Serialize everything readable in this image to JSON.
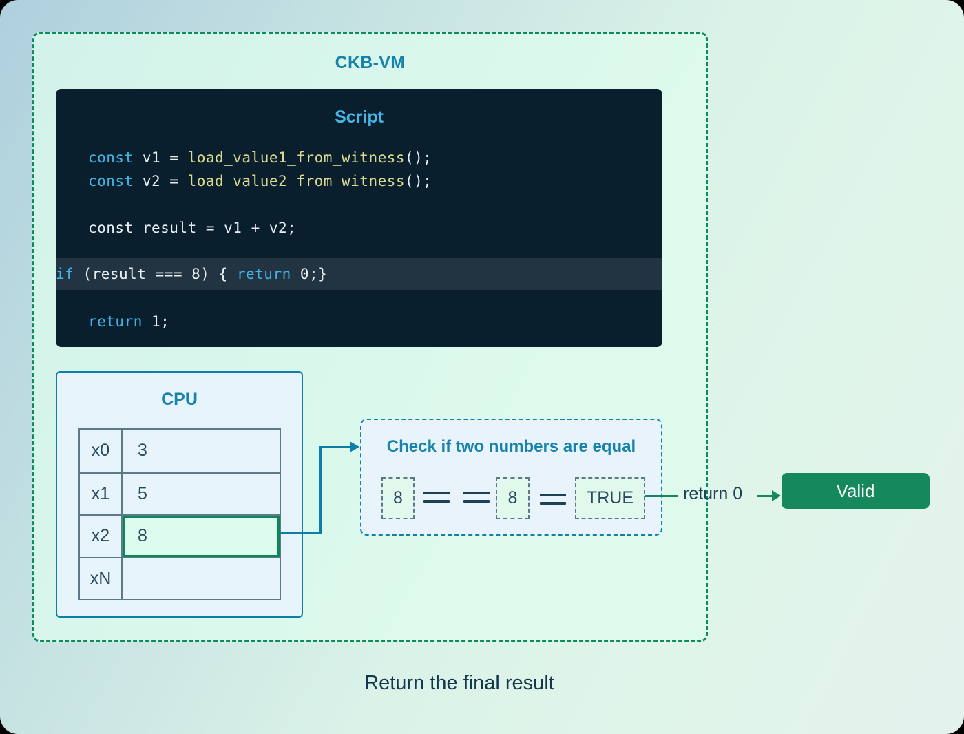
{
  "colors": {
    "vm_border_green": "#0c8b5b",
    "accent_teal": "#1583ab",
    "script_title_blue": "#44b7e9",
    "code_background": "#0a1f2d",
    "code_keyword_blue": "#41b4e6",
    "code_function_yellow": "#ded98f",
    "valid_green": "#15895c",
    "navy_text": "#26495e",
    "highlight_cell_green": "#0e8757"
  },
  "vm": {
    "title": "CKB-VM"
  },
  "script": {
    "title": "Script",
    "line1": {
      "kw": "const",
      "mid": " v1 = ",
      "fn": "load_value1_from_witness",
      "end": "();"
    },
    "line2": {
      "kw": "const",
      "mid": " v2 = ",
      "fn": "load_value2_from_witness",
      "end": "();"
    },
    "line3": {
      "text": "const result = v1 + v2;"
    },
    "line4": {
      "kw1": "if",
      "mid": " (result === 8) { ",
      "kw2": "return",
      "end": " 0;}"
    },
    "line5": {
      "kw": "return",
      "end": " 1;"
    }
  },
  "cpu": {
    "title": "CPU",
    "registers": [
      {
        "name": "x0",
        "value": "3"
      },
      {
        "name": "x1",
        "value": "5"
      },
      {
        "name": "x2",
        "value": "8",
        "highlighted": true
      },
      {
        "name": "xN",
        "value": ""
      }
    ]
  },
  "check": {
    "title": "Check if two numbers are equal",
    "operand1": "8",
    "operators": [
      "equals",
      "equals",
      "equals"
    ],
    "operand2": "8",
    "result": "TRUE"
  },
  "flow": {
    "return_label": "return 0",
    "valid_label": "Valid"
  },
  "caption": "Return the final result"
}
